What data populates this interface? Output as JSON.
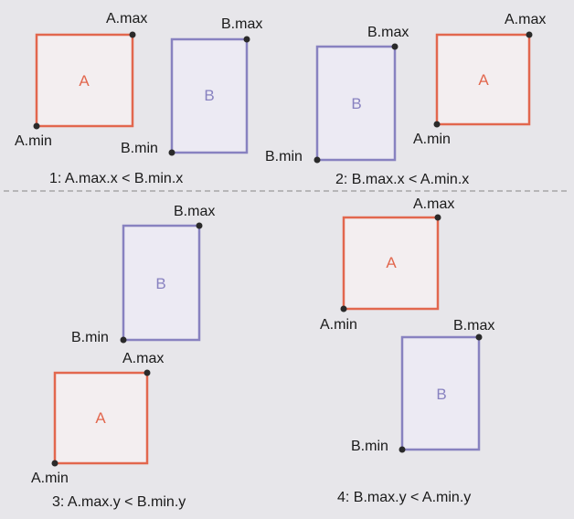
{
  "labels": {
    "a": "A",
    "b": "B",
    "a_min": "A.min",
    "a_max": "A.max",
    "b_min": "B.min",
    "b_max": "B.max"
  },
  "captions": [
    "1: A.max.x < B.min.x",
    "2: B.max.x < A.min.x",
    "3: A.max.y < B.min.y",
    "4: B.max.y < A.min.y"
  ],
  "colors": {
    "box_a": "#e2674e",
    "box_b": "#8882c0",
    "text": "#1a1a1a",
    "background": "#e7e6ea"
  }
}
